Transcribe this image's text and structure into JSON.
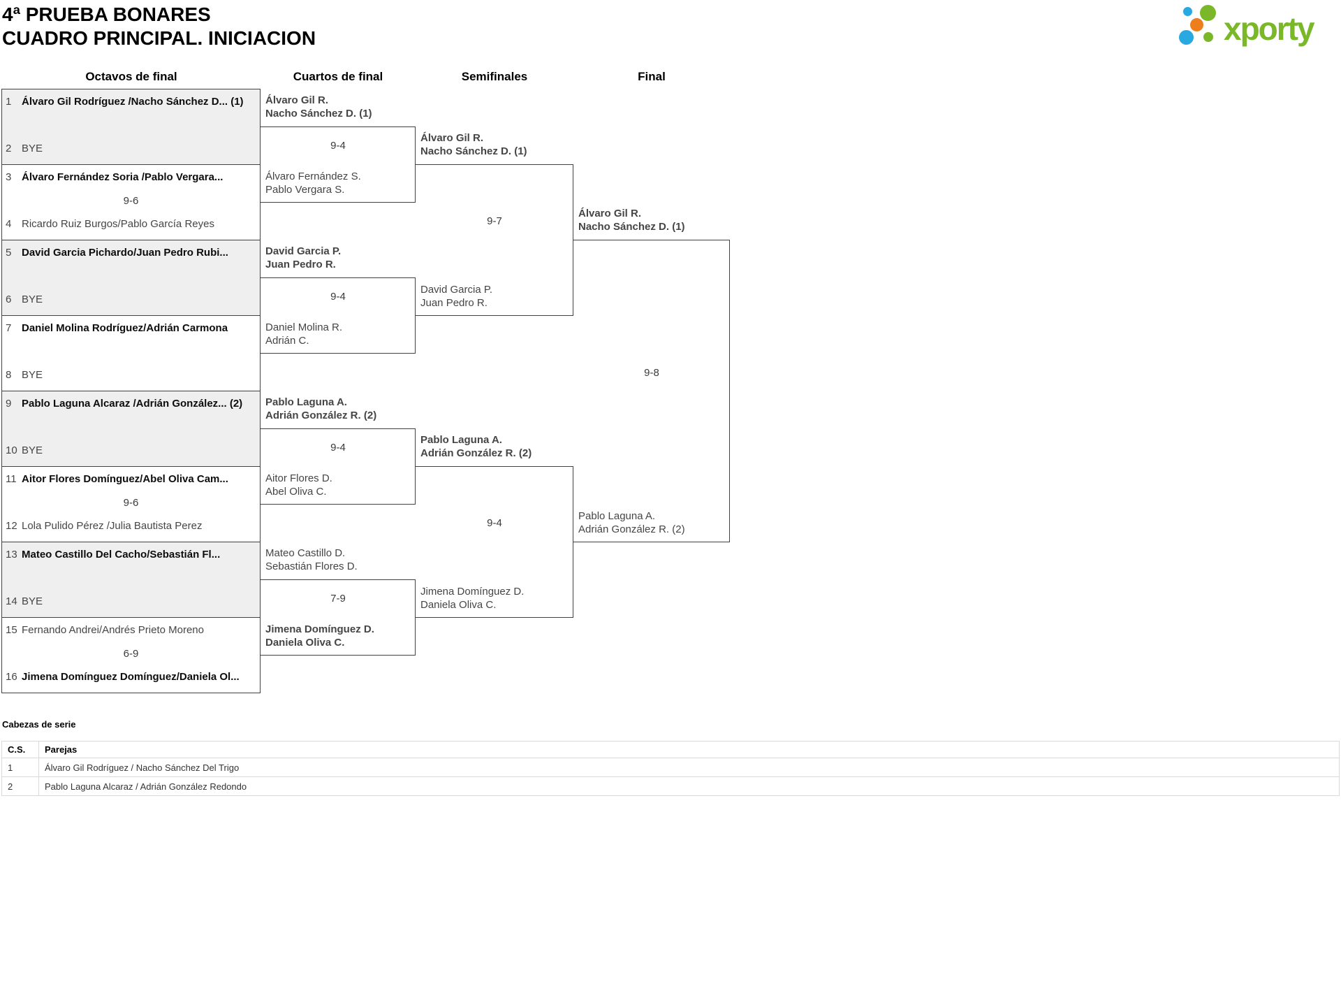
{
  "header": {
    "title_line1": "4ª PRUEBA BONARES",
    "title_line2": "CUADRO PRINCIPAL. INICIACION",
    "logo": {
      "text": "xporty"
    }
  },
  "colors": {
    "logo_green": "#7ab829",
    "logo_blue": "#29a9e1",
    "logo_orange": "#ee7d1d",
    "shaded_box_fill": "#efefef",
    "bracket_line": "#414141",
    "table_line": "#d9d9d9"
  },
  "rounds": [
    {
      "label": "Octavos de final"
    },
    {
      "label": "Cuartos de final"
    },
    {
      "label": "Semifinales"
    },
    {
      "label": "Final"
    }
  ],
  "bracket": {
    "octavos_matches": [
      {
        "score": "",
        "shaded": true,
        "entries": [
          {
            "seed": "1",
            "name": "Álvaro Gil Rodríguez /Nacho Sánchez D... (1)",
            "bold": true
          },
          {
            "seed": "2",
            "name": "BYE",
            "bold": false
          }
        ]
      },
      {
        "score": "9-6",
        "shaded": false,
        "entries": [
          {
            "seed": "3",
            "name": "Álvaro Fernández Soria /Pablo Vergara...",
            "bold": true
          },
          {
            "seed": "4",
            "name": "Ricardo Ruiz Burgos/Pablo García Reyes",
            "bold": false
          }
        ]
      },
      {
        "score": "",
        "shaded": true,
        "entries": [
          {
            "seed": "5",
            "name": "David Garcia Pichardo/Juan Pedro Rubi...",
            "bold": true
          },
          {
            "seed": "6",
            "name": "BYE",
            "bold": false
          }
        ]
      },
      {
        "score": "",
        "shaded": false,
        "entries": [
          {
            "seed": "7",
            "name": "Daniel Molina Rodríguez/Adrián Carmona",
            "bold": true
          },
          {
            "seed": "8",
            "name": "BYE",
            "bold": false
          }
        ]
      },
      {
        "score": "",
        "shaded": true,
        "entries": [
          {
            "seed": "9",
            "name": "Pablo Laguna Alcaraz /Adrián González... (2)",
            "bold": true
          },
          {
            "seed": "10",
            "name": "BYE",
            "bold": false
          }
        ]
      },
      {
        "score": "9-6",
        "shaded": false,
        "entries": [
          {
            "seed": "11",
            "name": "Aitor Flores Domínguez/Abel Oliva Cam...",
            "bold": true
          },
          {
            "seed": "12",
            "name": "Lola Pulido Pérez /Julia Bautista Perez",
            "bold": false
          }
        ]
      },
      {
        "score": "",
        "shaded": true,
        "entries": [
          {
            "seed": "13",
            "name": "Mateo Castillo Del Cacho/Sebastián Fl...",
            "bold": true
          },
          {
            "seed": "14",
            "name": "BYE",
            "bold": false
          }
        ]
      },
      {
        "score": "6-9",
        "shaded": false,
        "entries": [
          {
            "seed": "15",
            "name": "Fernando Andrei/Andrés Prieto Moreno",
            "bold": false
          },
          {
            "seed": "16",
            "name": "Jimena Domínguez Domínguez/Daniela Ol...",
            "bold": true
          }
        ]
      }
    ],
    "cuartos_matches": [
      {
        "score": "9-4",
        "top": {
          "lines": [
            "Álvaro Gil R.",
            "Nacho Sánchez D. (1)"
          ],
          "bold": true
        },
        "bottom": {
          "lines": [
            "Álvaro Fernández S.",
            "Pablo Vergara S."
          ],
          "bold": false
        }
      },
      {
        "score": "9-4",
        "top": {
          "lines": [
            "David Garcia P.",
            "Juan Pedro R."
          ],
          "bold": true
        },
        "bottom": {
          "lines": [
            "Daniel Molina R.",
            "Adrián C."
          ],
          "bold": false
        }
      },
      {
        "score": "9-4",
        "top": {
          "lines": [
            "Pablo Laguna A.",
            "Adrián González R. (2)"
          ],
          "bold": true
        },
        "bottom": {
          "lines": [
            "Aitor Flores D.",
            "Abel Oliva C."
          ],
          "bold": false
        }
      },
      {
        "score": "7-9",
        "top": {
          "lines": [
            "Mateo Castillo D.",
            "Sebastián Flores D."
          ],
          "bold": false
        },
        "bottom": {
          "lines": [
            "Jimena Domínguez D.",
            "Daniela Oliva C."
          ],
          "bold": true
        }
      }
    ],
    "semifinal_matches": [
      {
        "score": "9-7",
        "top": {
          "lines": [
            "Álvaro Gil R.",
            "Nacho Sánchez D. (1)"
          ],
          "bold": true
        },
        "bottom": {
          "lines": [
            "David Garcia P.",
            "Juan Pedro R."
          ],
          "bold": false
        }
      },
      {
        "score": "9-4",
        "top": {
          "lines": [
            "Pablo Laguna A.",
            "Adrián González R. (2)"
          ],
          "bold": true
        },
        "bottom": {
          "lines": [
            "Jimena Domínguez D.",
            "Daniela Oliva C."
          ],
          "bold": false
        }
      }
    ],
    "final_match": {
      "score": "9-8",
      "top": {
        "lines": [
          "Álvaro Gil R.",
          "Nacho Sánchez D. (1)"
        ],
        "bold": true
      },
      "bottom": {
        "lines": [
          "Pablo Laguna A.",
          "Adrián González R. (2)"
        ],
        "bold": false
      }
    }
  },
  "seeds": {
    "title": "Cabezas de serie",
    "columns": [
      "C.S.",
      "Parejas"
    ],
    "rows": [
      {
        "cs": "1",
        "pareja": "Álvaro Gil Rodríguez / Nacho Sánchez Del Trigo"
      },
      {
        "cs": "2",
        "pareja": "Pablo Laguna Alcaraz / Adrián González Redondo"
      }
    ]
  }
}
